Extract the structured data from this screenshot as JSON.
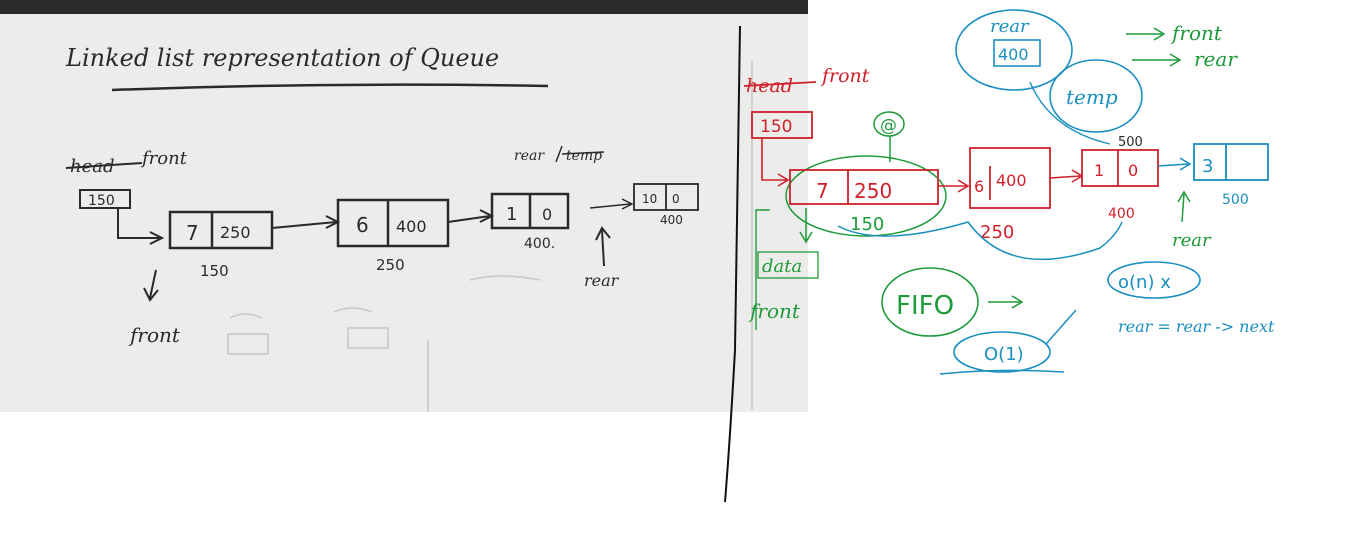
{
  "colors": {
    "paper": "#ececea",
    "pencil": "#2a2a2a",
    "red": "#d0202a",
    "green": "#1f9a3a",
    "blue": "#1a8fc0",
    "divider": "#111111"
  },
  "photo": {
    "title": "Linked list representation of Queue",
    "head_label": "head",
    "front_label": "front",
    "head_value": "150",
    "rear_label": "rear",
    "temp_label": "temp",
    "rear_arrow_label": "rear",
    "front_below_label": "front",
    "nodes": [
      {
        "data": "7",
        "next": "250",
        "addr": "150"
      },
      {
        "data": "6",
        "next": "400",
        "addr": "250"
      },
      {
        "data": "1",
        "next": "0",
        "addr": "400."
      },
      {
        "data": "10",
        "next": "0",
        "addr": "400"
      }
    ]
  },
  "whiteboard": {
    "head_label": "head",
    "front_label": "front",
    "head_value": "150",
    "at_label": "@",
    "node1": {
      "data": "7",
      "next": "250",
      "addr": "150"
    },
    "node2": {
      "data": "6",
      "next": "400",
      "addr": "250"
    },
    "node3": {
      "data": "1",
      "next": "0",
      "addr": "400",
      "top": "500"
    },
    "node4": {
      "data": "3",
      "addr": "500"
    },
    "data_label": "data",
    "front_label_bottom": "front",
    "rear_bubble_label": "rear",
    "rear_bubble_value": "400",
    "temp_bubble": "temp",
    "notes": [
      "front",
      "rear"
    ],
    "rear_label": "rear",
    "on_label": "o(n) x",
    "fifo": "FIFO",
    "o1": "O(1)",
    "expression": "rear = rear -> next"
  }
}
